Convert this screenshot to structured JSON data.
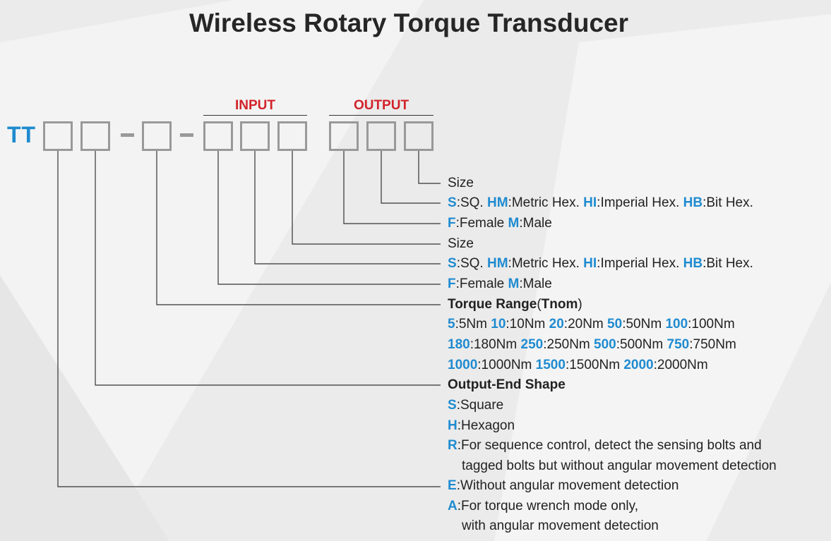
{
  "title": "Wireless Rotary Torque Transducer",
  "prefix": "TT",
  "groups": {
    "input": "INPUT",
    "output": "OUTPUT"
  },
  "colors": {
    "code": "#1f8bd0",
    "group": "#d2232a",
    "box": "#999999"
  },
  "lines": [
    {
      "segments": [
        {
          "t": "Size",
          "s": "n"
        }
      ]
    },
    {
      "segments": [
        {
          "t": "S",
          "s": "b"
        },
        {
          "t": ":SQ. ",
          "s": "n"
        },
        {
          "t": "HM",
          "s": "b"
        },
        {
          "t": ":Metric Hex. ",
          "s": "n"
        },
        {
          "t": "HI",
          "s": "b"
        },
        {
          "t": ":Imperial Hex. ",
          "s": "n"
        },
        {
          "t": "HB",
          "s": "b"
        },
        {
          "t": ":Bit Hex.",
          "s": "n"
        }
      ]
    },
    {
      "segments": [
        {
          "t": "F",
          "s": "b"
        },
        {
          "t": ":Female ",
          "s": "n"
        },
        {
          "t": "M",
          "s": "b"
        },
        {
          "t": ":Male",
          "s": "n"
        }
      ]
    },
    {
      "segments": [
        {
          "t": "Size",
          "s": "n"
        }
      ]
    },
    {
      "segments": [
        {
          "t": "S",
          "s": "b"
        },
        {
          "t": ":SQ. ",
          "s": "n"
        },
        {
          "t": "HM",
          "s": "b"
        },
        {
          "t": ":Metric Hex. ",
          "s": "n"
        },
        {
          "t": "HI",
          "s": "b"
        },
        {
          "t": ":Imperial Hex. ",
          "s": "n"
        },
        {
          "t": "HB",
          "s": "b"
        },
        {
          "t": ":Bit Hex.",
          "s": "n"
        }
      ]
    },
    {
      "segments": [
        {
          "t": "F",
          "s": "b"
        },
        {
          "t": ":Female ",
          "s": "n"
        },
        {
          "t": "M",
          "s": "b"
        },
        {
          "t": ":Male",
          "s": "n"
        }
      ]
    },
    {
      "segments": [
        {
          "t": "Torque Range",
          "s": "h"
        },
        {
          "t": "(",
          "s": "n"
        },
        {
          "t": "Tnom",
          "s": "h"
        },
        {
          "t": ")",
          "s": "n"
        }
      ]
    },
    {
      "segments": [
        {
          "t": "5",
          "s": "b"
        },
        {
          "t": ":5Nm ",
          "s": "n"
        },
        {
          "t": "10",
          "s": "b"
        },
        {
          "t": ":10Nm ",
          "s": "n"
        },
        {
          "t": "20",
          "s": "b"
        },
        {
          "t": ":20Nm ",
          "s": "n"
        },
        {
          "t": "50",
          "s": "b"
        },
        {
          "t": ":50Nm ",
          "s": "n"
        },
        {
          "t": "100",
          "s": "b"
        },
        {
          "t": ":100Nm",
          "s": "n"
        }
      ]
    },
    {
      "segments": [
        {
          "t": "180",
          "s": "b"
        },
        {
          "t": ":180Nm ",
          "s": "n"
        },
        {
          "t": "250",
          "s": "b"
        },
        {
          "t": ":250Nm ",
          "s": "n"
        },
        {
          "t": "500",
          "s": "b"
        },
        {
          "t": ":500Nm ",
          "s": "n"
        },
        {
          "t": "750",
          "s": "b"
        },
        {
          "t": ":750Nm",
          "s": "n"
        }
      ]
    },
    {
      "segments": [
        {
          "t": "1000",
          "s": "b"
        },
        {
          "t": ":1000Nm ",
          "s": "n"
        },
        {
          "t": "1500",
          "s": "b"
        },
        {
          "t": ":1500Nm ",
          "s": "n"
        },
        {
          "t": "2000",
          "s": "b"
        },
        {
          "t": ":2000Nm",
          "s": "n"
        }
      ]
    },
    {
      "segments": [
        {
          "t": "Output-End Shape",
          "s": "h"
        }
      ]
    },
    {
      "segments": [
        {
          "t": "S",
          "s": "b"
        },
        {
          "t": ":Square",
          "s": "n"
        }
      ]
    },
    {
      "segments": [
        {
          "t": "H",
          "s": "b"
        },
        {
          "t": ":Hexagon",
          "s": "n"
        }
      ]
    },
    {
      "segments": [
        {
          "t": "R",
          "s": "b"
        },
        {
          "t": ":For sequence control, detect the sensing bolts and",
          "s": "n"
        }
      ]
    },
    {
      "indent": true,
      "segments": [
        {
          "t": "tagged bolts but without angular movement detection",
          "s": "n"
        }
      ]
    },
    {
      "segments": [
        {
          "t": "E",
          "s": "b"
        },
        {
          "t": ":Without angular movement detection",
          "s": "n"
        }
      ]
    },
    {
      "segments": [
        {
          "t": "A",
          "s": "b"
        },
        {
          "t": ":For torque wrench mode only,",
          "s": "n"
        }
      ]
    },
    {
      "indent": true,
      "segments": [
        {
          "t": "with angular movement detection",
          "s": "n"
        }
      ]
    }
  ]
}
